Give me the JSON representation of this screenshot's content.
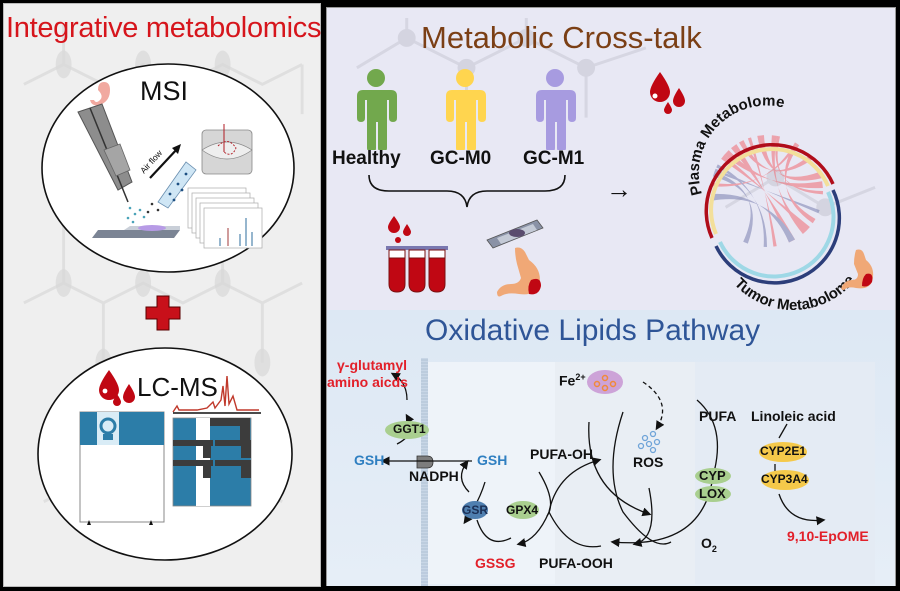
{
  "left": {
    "title": "Integrative metabolomics",
    "msi": {
      "label": "MSI",
      "airflow_label": "Air flow"
    },
    "plus_symbol": "+",
    "lcms": {
      "label": "LC-MS"
    }
  },
  "crosstalk": {
    "title": "Metabolic Cross-talk",
    "groups": [
      {
        "label": "Healthy",
        "color": "#72a84d"
      },
      {
        "label": "GC-M0",
        "color": "#ffd54f"
      },
      {
        "label": "GC-M1",
        "color": "#a79be0"
      }
    ],
    "arrow": "→",
    "chord": {
      "top_label": "Plasma Metabolome",
      "bottom_label": "Tumor Metabolome",
      "plasma_color": "#b00d1a",
      "tumor_color": "#2c3e7a"
    }
  },
  "pathway": {
    "title": "Oxidative Lipids Pathway",
    "nodes": {
      "gamma_glutamyl_line1": "γ-glutamyl",
      "gamma_glutamyl_line2": "amino aicds",
      "ggt1": "GGT1",
      "gsh_out": "GSH",
      "nadph": "NADPH",
      "gsh_in": "GSH",
      "gsr": "GSR",
      "gpx4": "GPX4",
      "gssg": "GSSG",
      "pufa_oh": "PUFA-OH",
      "pufa_ooh": "PUFA-OOH",
      "fe": "Fe",
      "fe_charge": "2+",
      "ros": "ROS",
      "cyp": "CYP",
      "lox": "LOX",
      "o2": "O",
      "o2_sub": "2",
      "pufa": "PUFA",
      "linoleic": "Linoleic acid",
      "cyp2e1": "CYP2E1",
      "cyp3a4": "CYP3A4",
      "epome": "9,10-EpOME"
    },
    "colors": {
      "red": "#e2202a",
      "blue": "#2f7fc1",
      "green_enzyme": "#a9cf8f",
      "yellow_enzyme": "#f5c94a",
      "gsr_enzyme": "#4f7fb0"
    }
  }
}
